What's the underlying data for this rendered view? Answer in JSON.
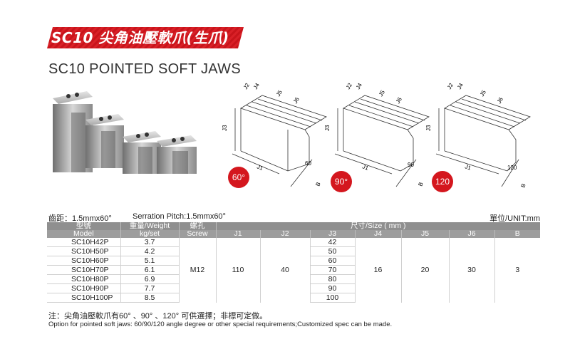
{
  "header": {
    "title_cn": "SC10 尖角油壓軟爪(生爪)",
    "title_en": "SC10 POINTED SOFT JAWS"
  },
  "photo": {
    "icon": "soft-jaws-photo"
  },
  "drawings": [
    {
      "angle": "60°",
      "labels": {
        "j1": "J1",
        "j2": "J2",
        "j3": "J3",
        "j4": "J4",
        "j5": "J5",
        "j6": "J6",
        "b": "B",
        "ang": "60"
      }
    },
    {
      "angle": "90°",
      "labels": {
        "j1": "J1",
        "j2": "J2",
        "j3": "J3",
        "j4": "J4",
        "j5": "J5",
        "j6": "J6",
        "b": "B",
        "ang": "90"
      }
    },
    {
      "angle": "120",
      "labels": {
        "j1": "J1",
        "j2": "J2",
        "j3": "J3",
        "j4": "J4",
        "j5": "J5",
        "j6": "J6",
        "b": "B",
        "ang": "120"
      }
    }
  ],
  "info": {
    "pitch_cn": "齒距：1.5mmx60°",
    "pitch_en": "Serration Pitch:1.5mmx60°",
    "unit": "單位/UNIT:mm"
  },
  "table": {
    "headers": {
      "model_cn": "型號",
      "model_en": "Model",
      "weight_cn": "重量/Weight",
      "weight_en": "kg/set",
      "screw_cn": "螺孔",
      "screw_en": "Screw",
      "size": "尺寸/Size ( mm )",
      "j1": "J1",
      "j2": "J2",
      "j3": "J3",
      "j4": "J4",
      "j5": "J5",
      "j6": "J6",
      "b": "B"
    },
    "rows": [
      {
        "model": "SC10H42P",
        "weight": "3.7",
        "j3": "42"
      },
      {
        "model": "SC10H50P",
        "weight": "4.2",
        "j3": "50"
      },
      {
        "model": "SC10H60P",
        "weight": "5.1",
        "j3": "60"
      },
      {
        "model": "SC10H70P",
        "weight": "6.1",
        "j3": "70"
      },
      {
        "model": "SC10H80P",
        "weight": "6.9",
        "j3": "80"
      },
      {
        "model": "SC10H90P",
        "weight": "7.7",
        "j3": "90"
      },
      {
        "model": "SC10H100P",
        "weight": "8.5",
        "j3": "100"
      }
    ],
    "shared": {
      "screw": "M12",
      "j1": "110",
      "j2": "40",
      "j4": "16",
      "j5": "20",
      "j6": "30",
      "b": "3"
    }
  },
  "notes": {
    "cn": "注：尖角油壓軟爪有60° 、90° 、120° 可供選擇；非標可定做。",
    "en": "Option for pointed soft jaws: 60/90/120 angle degree or other special requirements;Customized spec can be made."
  },
  "colors": {
    "accent": "#d4171e",
    "header_gray": "#8f8f8f"
  }
}
